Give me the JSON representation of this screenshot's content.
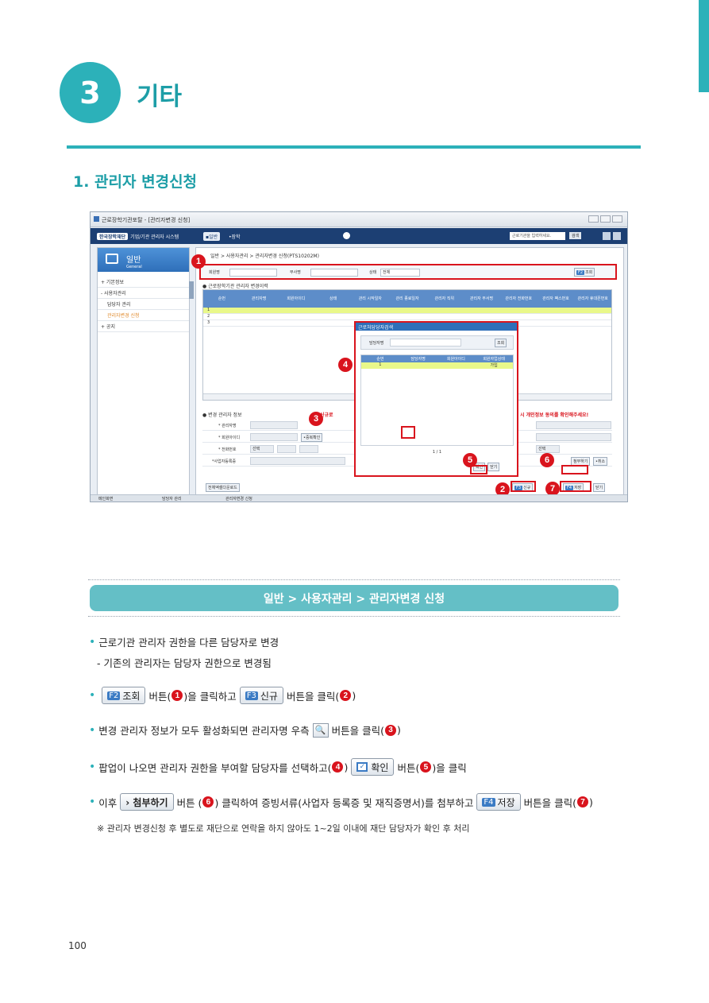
{
  "chapter": {
    "number": "3",
    "title": "기타"
  },
  "section": {
    "title": "1. 관리자 변경신청"
  },
  "screenshot": {
    "window_title": "근로장학기관포탈 - [관리자변경 신청]",
    "system_name": "기업/기관 관리자 시스템",
    "logo_text": "한국장학재단",
    "nav_tab_general": "▪일반",
    "nav_tab_scholarship": "•장학",
    "search_placeholder": "근로기관을 입력하세요.",
    "search_button": "검색",
    "sidebar_title": "일반",
    "sidebar_subtitle": "General",
    "sidebar_items": [
      "+ 기본정보",
      "- 사용자관리",
      "담당자 관리",
      "관리자변경 신청",
      "+ 공지"
    ],
    "breadcrumb": "일반 > 사용자관리 > 관리자변경 신청(PTS10202M)",
    "search_labels": {
      "member_name": "회원명",
      "business": "무사명",
      "status": "상태",
      "status_value": "전체"
    },
    "lookup_button": {
      "key": "F2",
      "label": "조회"
    },
    "grid_title": "● 근로장학기관 관리자 변경이력",
    "grid_columns": [
      "순번",
      "관리자명",
      "회원아이디",
      "상태",
      "관리\n시작일자",
      "관리\n종료일자",
      "관리자\n직위",
      "관리자\n부서명",
      "관리자\n전화번호",
      "관리자\n팩스번호",
      "관리자\n휴대폰번호"
    ],
    "grid_rows": [
      "1",
      "2",
      "3"
    ],
    "info_title": "● 변경 관리자 정보",
    "info_warning": "※ 신규로",
    "info_warning_right": "시 개인정보 동의를 확인해주세요!",
    "info_fields": [
      "* 관리자명",
      "* 회원아이디",
      "* 전화번호",
      "*사업자등록증"
    ],
    "id_check_button": "•중복확인",
    "phone_select": "선택",
    "popup": {
      "title": "근로처담당자검색",
      "search_label": "담당자명",
      "search_button": "조회",
      "columns": [
        "순번",
        "담당자명",
        "회원아이디",
        "회원자업상태"
      ],
      "row": [
        "1",
        "",
        "",
        "가입"
      ],
      "pager": "1 / 1",
      "confirm": "확인",
      "close": "닫기"
    },
    "attach_button": "첨부하기",
    "cancel_button": "•취소",
    "download_button": "전체엑셀다운로드",
    "new_button": {
      "key": "F3",
      "label": "신규"
    },
    "save_button": {
      "key": "F4",
      "label": "저장"
    },
    "close_button": "닫기",
    "status_bar": [
      "메인화면",
      "담당자 관리",
      "관리자변경 신청"
    ],
    "markers": [
      "1",
      "2",
      "3",
      "4",
      "5",
      "6",
      "7"
    ]
  },
  "guide": {
    "path": "일반 > 사용자관리 > 관리자변경 신청",
    "line1": "근로기관 관리자 권한을 다른 담당자로 변경",
    "line1_sub": "- 기존의 관리자는 담당자 권한으로 변경됨",
    "line2_a": "버튼(",
    "line2_b": ")을 클릭하고",
    "line2_c": "버튼을 클릭(",
    "line2_d": ")",
    "line3_a": "변경 관리자 정보가 모두 활성화되면 관리자명 우측",
    "line3_b": "버튼을 클릭(",
    "line3_c": ")",
    "line4_a": "팝업이 나오면 관리자 권한을 부여할 담당자를 선택하고(",
    "line4_b": ")",
    "line4_c": "버튼(",
    "line4_d": ")을 클릭",
    "line5_a": "이후",
    "line5_b": "버튼 (",
    "line5_c": ") 클릭하여 증빙서류(사업자 등록증 및 재직증명서)를 첨부하고",
    "line5_d": "버튼을 클릭(",
    "line5_e": ")",
    "note": "※ 관리자 변경신청 후 별도로 재단으로 연락을 하지 않아도 1~2일 이내에 재단 담당자가 확인 후 처리",
    "btn_lookup": {
      "key": "F2",
      "label": "조회"
    },
    "btn_new": {
      "key": "F3",
      "label": "신규"
    },
    "btn_confirm": "확인",
    "btn_attach": "› 첨부하기",
    "btn_save": {
      "key": "F4",
      "label": "저장"
    }
  },
  "page_number": "100",
  "colors": {
    "accent": "#2cb1b9",
    "marker_red": "#d9141d",
    "nav_blue": "#1c3f73"
  }
}
